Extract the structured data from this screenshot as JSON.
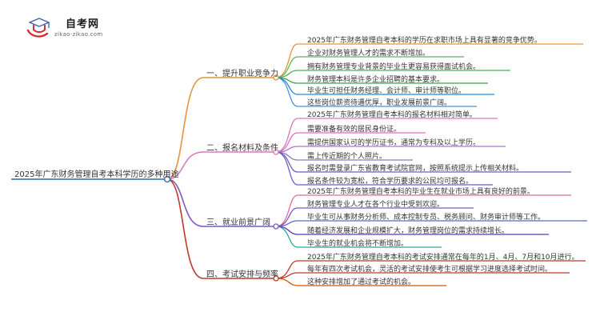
{
  "logo": {
    "name": "自考网",
    "domain": "zikao-zikao.com"
  },
  "root": {
    "label": "2025年广东财务管理自考本科学历的多种用途"
  },
  "branches": [
    {
      "label": "一、提升职业竞争力",
      "color": "#e8923a",
      "items": [
        "2025年广东财务管理自考本科的学历在求职市场上具有显著的竞争优势。",
        "企业对财务管理人才的需求不断增加。",
        "拥有财务管理专业背景的毕业生更容易获得面试机会。",
        "财务管理本科是许多企业招聘的基本要求。",
        "毕业生可担任财务经理、会计师、审计师等职位。",
        "这些岗位薪资待遇优厚，职业发展前景广阔。"
      ],
      "item_colors": [
        "#e8923a",
        "#5cb85c",
        "#4caf50",
        "#43a047",
        "#1e88e5",
        "#4a90d9"
      ]
    },
    {
      "label": "二、报名材料及条件",
      "color": "#d87ab8",
      "items": [
        "2025年广东财务管理自考本科的报名材料相对简单。",
        "需要准备有效的居民身份证。",
        "需提供国家认可的学历证书，通常为专科及以上学历。",
        "需上传近期的个人照片。",
        "报名时需登录广东省教育考试院官网，按照系统提示上传相关材料。",
        "报名条件较为宽松，符合学历要求的公民均可报名。"
      ],
      "item_colors": [
        "#d87ab8",
        "#e06cc4",
        "#b36fd1",
        "#8e7cc3",
        "#7e57c2",
        "#5c6bc0"
      ]
    },
    {
      "label": "三、就业前景广阔",
      "color": "#7e57c2",
      "items": [
        "2025年广东财务管理自考本科的毕业生在就业市场上具有良好的前景。",
        "财务管理专业人才在各个行业中受到欢迎。",
        "毕业生可从事财务分析师、成本控制专员、税务顾问、财务审计师等工作。",
        "随着经济发展和企业规模扩大，财务管理岗位的需求持续增长。",
        "毕业生的就业机会将不断增加。"
      ],
      "item_colors": [
        "#e06c9f",
        "#7e57c2",
        "#5c6bc0",
        "#5e35b1",
        "#26a69a"
      ]
    },
    {
      "label": "四、考试安排与频率",
      "color": "#c0392b",
      "items": [
        "2025年广东财务管理自考本科的考试安排通常在每年的1月、4月、7月和10月进行。",
        "每年有四次考试机会，灵活的考试安排使考生可根据学习进度选择考试时间。",
        "这种安排增加了通过考试的机会。"
      ],
      "item_colors": [
        "#c0392b",
        "#c0392b",
        "#d35400"
      ]
    }
  ]
}
